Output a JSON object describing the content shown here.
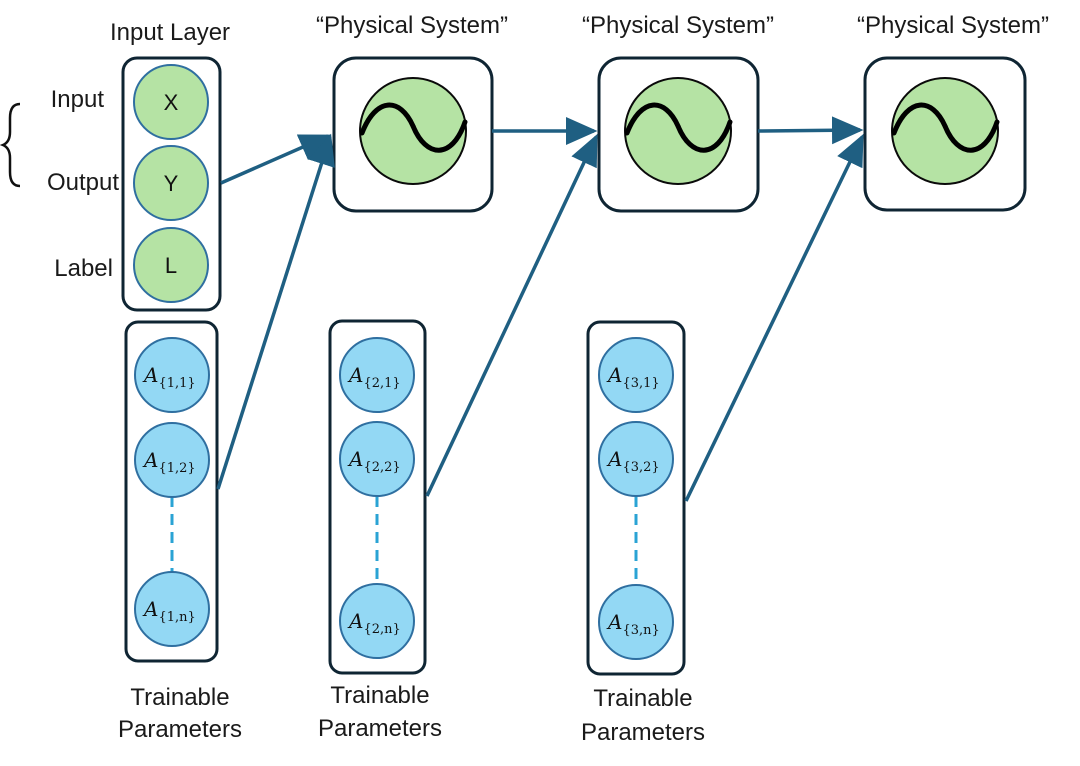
{
  "input_layer": {
    "title": "Input Layer",
    "brace_labels": [
      "Input",
      "Output"
    ],
    "label_text": "Label",
    "nodes": [
      "X",
      "Y",
      "L"
    ]
  },
  "physical_systems": [
    {
      "title": "“Physical System”"
    },
    {
      "title": "“Physical System”"
    },
    {
      "title": "“Physical System”"
    }
  ],
  "parameter_groups": [
    {
      "caption_line1": "Trainable",
      "caption_line2": "Parameters",
      "params": [
        {
          "sym": "A",
          "sub": "{1,1}"
        },
        {
          "sym": "A",
          "sub": "{1,2}"
        },
        {
          "sym": "A",
          "sub": "{1,n}"
        }
      ]
    },
    {
      "caption_line1": "Trainable",
      "caption_line2": "Parameters",
      "params": [
        {
          "sym": "A",
          "sub": "{2,1}"
        },
        {
          "sym": "A",
          "sub": "{2,2}"
        },
        {
          "sym": "A",
          "sub": "{2,n}"
        }
      ]
    },
    {
      "caption_line1": "Trainable",
      "caption_line2": "Parameters",
      "params": [
        {
          "sym": "A",
          "sub": "{3,1}"
        },
        {
          "sym": "A",
          "sub": "{3,2}"
        },
        {
          "sym": "A",
          "sub": "{3,n}"
        }
      ]
    }
  ],
  "colors": {
    "input_node_fill": "#b5e3a4",
    "param_node_fill": "#93d8f4",
    "arrow": "#1f5f82",
    "dashed_connector": "#2aa3d4",
    "box_stroke": "#0f2533"
  }
}
